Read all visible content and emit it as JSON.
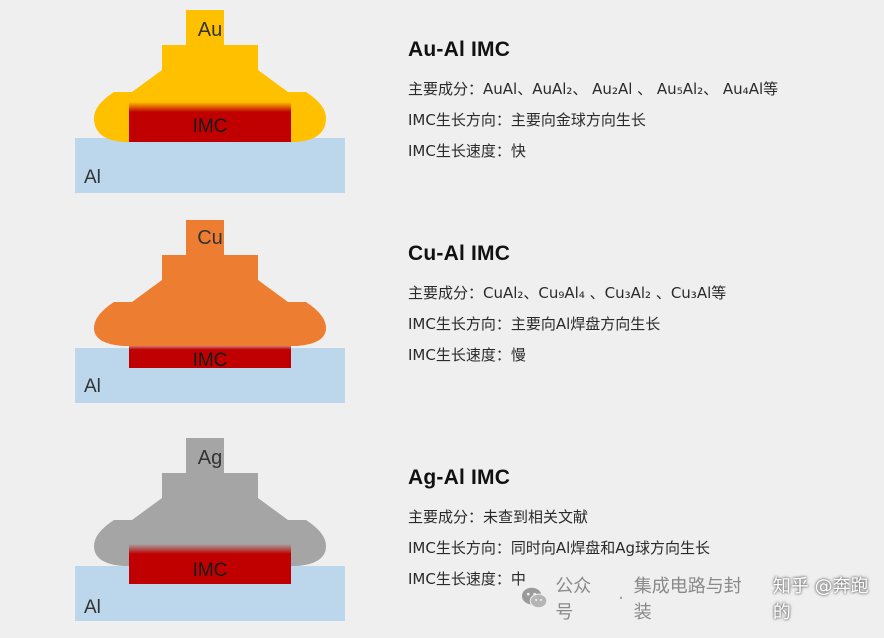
{
  "colors": {
    "background": "#efefef",
    "al_pad": "#bcd7ec",
    "imc": "#c00000",
    "au": "#ffc000",
    "cu": "#ed7d31",
    "ag": "#a5a5a5"
  },
  "panels": [
    {
      "ball_label": "Au",
      "imc_label": "IMC",
      "pad_label": "Al",
      "title": "Au-Al IMC",
      "lines": [
        "主要成分：AuAl、AuAl₂、 Au₂Al 、 Au₅Al₂、 Au₄Al等",
        "IMC生长方向：主要向金球方向生长",
        "IMC生长速度：快"
      ]
    },
    {
      "ball_label": "Cu",
      "imc_label": "IMC",
      "pad_label": "Al",
      "title": "Cu-Al IMC",
      "lines": [
        "主要成分：CuAl₂、Cu₉Al₄ 、Cu₃Al₂ 、Cu₃Al等",
        "IMC生长方向：主要向Al焊盘方向生长",
        "IMC生长速度：慢"
      ]
    },
    {
      "ball_label": "Ag",
      "imc_label": "IMC",
      "pad_label": "Al",
      "title": "Ag-Al IMC",
      "lines": [
        "主要成分：未查到相关文献",
        "IMC生长方向：同时向Al焊盘和Ag球方向生长",
        "IMC生长速度：中"
      ]
    }
  ],
  "watermark": {
    "icon": "wechat-icon",
    "text1": "公众号",
    "sep": "·",
    "text2": "集成电路与封装",
    "text3": "知乎 @奔跑的"
  }
}
